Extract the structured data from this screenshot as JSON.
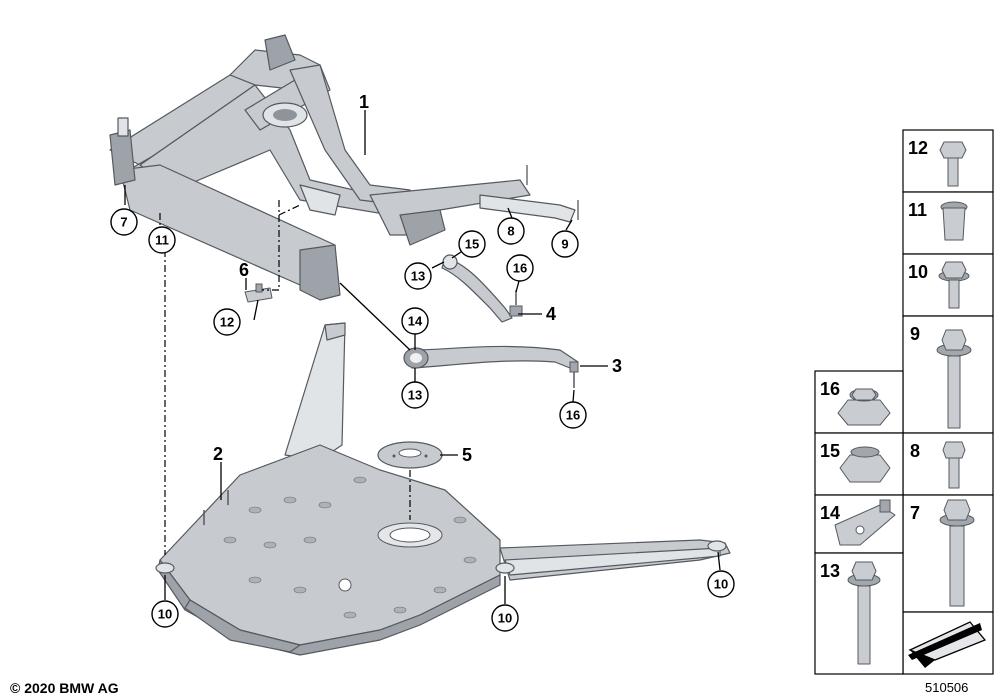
{
  "copyright": "© 2020 BMW AG",
  "diagram_number": "510506",
  "callouts": {
    "c7": "7",
    "c11": "11",
    "c12": "12",
    "c13a": "13",
    "c15": "15",
    "c16a": "16",
    "c8": "8",
    "c9": "9",
    "c14": "14",
    "c13b": "13",
    "c16b": "16",
    "c10a": "10",
    "c10b": "10",
    "c10c": "10"
  },
  "labels": {
    "l1": "1",
    "l2": "2",
    "l3": "3",
    "l4": "4",
    "l5": "5",
    "l6": "6"
  },
  "parts_table": {
    "p12": "12",
    "p11": "11",
    "p10": "10",
    "p9": "9",
    "p16": "16",
    "p15": "15",
    "p8": "8",
    "p14": "14",
    "p7": "7",
    "p13": "13"
  }
}
